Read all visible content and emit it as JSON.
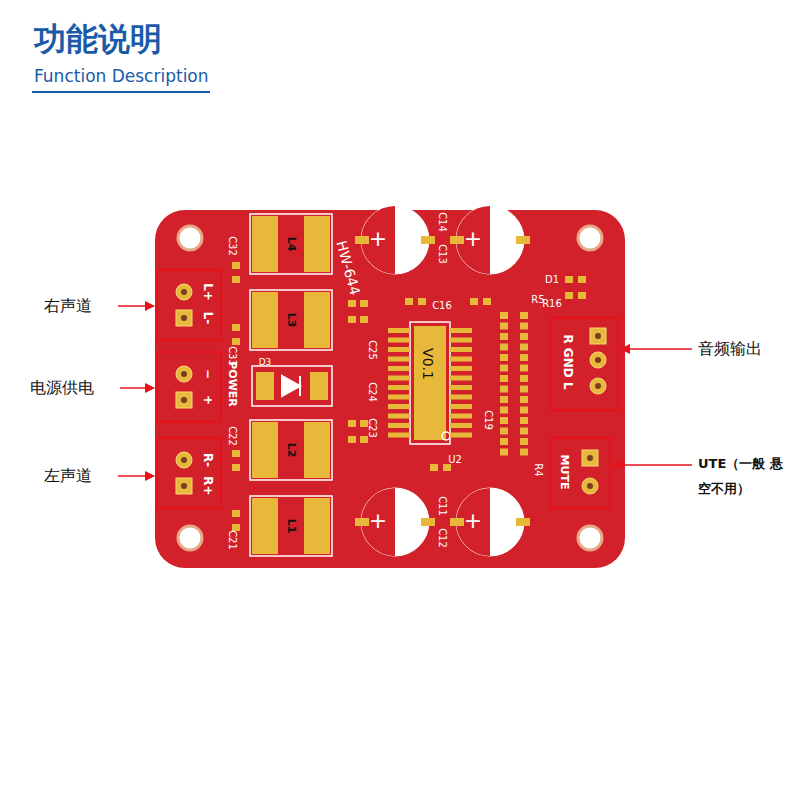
{
  "diagram": {
    "title": "功能说明",
    "labels": [
      "Function Description",
      "右声道",
      "电源供电",
      "左声道",
      "音频输出",
      "UTE（一般 悬空不用）",
      "HW-644",
      "V0.1",
      "POWER",
      "L+",
      "L-",
      "−",
      "+",
      "R-",
      "R+",
      "R GND L",
      "MUTE",
      "L4",
      "L3",
      "L2",
      "L1",
      "C32",
      "C33",
      "C22",
      "C21",
      "C14",
      "C13",
      "C16",
      "C11",
      "C12",
      "R5",
      "R16",
      "D1",
      "D3",
      "U2",
      "C25",
      "C24",
      "C23",
      "R4",
      "C19"
    ]
  }
}
